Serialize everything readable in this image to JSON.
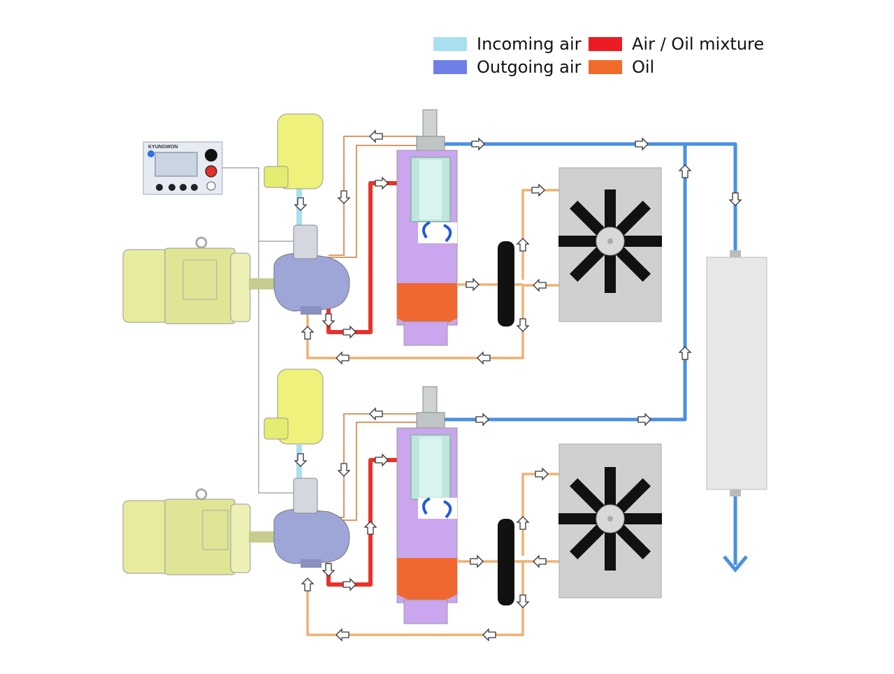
{
  "legend": {
    "items": [
      {
        "label": "Incoming air",
        "color": "#a9e0f0"
      },
      {
        "label": "Outgoing air",
        "color": "#6f7fe8"
      },
      {
        "label": "Air / Oil mixture",
        "color": "#ec1c24"
      },
      {
        "label": "Oil",
        "color": "#f26a2a"
      }
    ]
  },
  "controller": {
    "brand": "KYUNGWON"
  },
  "colors": {
    "incoming_air": "#a9e0f0",
    "outgoing_air": "#4a90e2",
    "air_oil_mixture": "#e8322a",
    "oil_line": "#f0b070",
    "separator_body": "#c9a6ee",
    "oil_sump": "#f06830",
    "motor": "#e6ec9c",
    "air_filter": "#eef27a",
    "air_end": "#9ea6d8",
    "cooler": "#d0d0d0",
    "dryer": "#e6e8e8"
  },
  "icons": [
    "rotation-arrow-icon",
    "flow-arrow-icon",
    "cooling-fan-icon",
    "outlet-arrow-icon"
  ]
}
